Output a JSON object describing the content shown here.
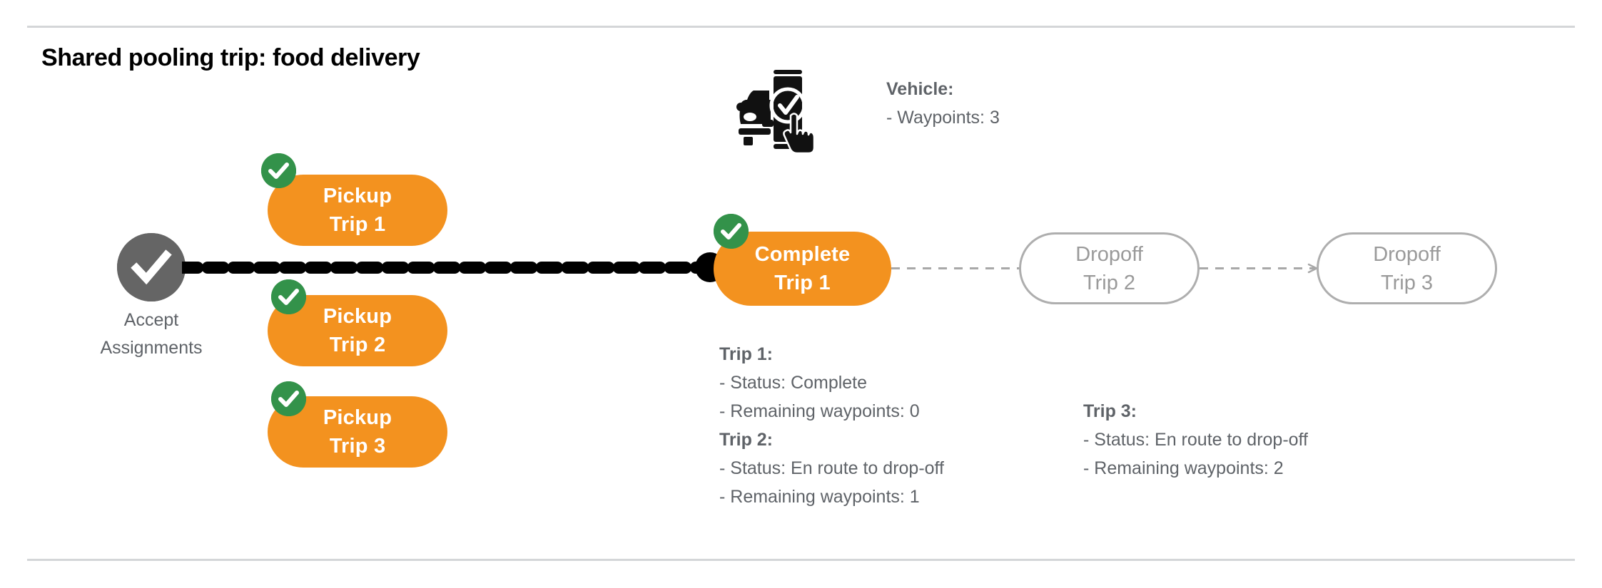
{
  "page": {
    "title": "Shared pooling trip: food delivery",
    "background": "#ffffff"
  },
  "colors": {
    "orange": "#f3921f",
    "green": "#33924a",
    "gray_node": "#656565",
    "gray_text": "#5f6368",
    "gray_outline": "#aeaeae",
    "divider": "#d4d6d8",
    "black": "#000000"
  },
  "flow": {
    "start_node": {
      "icon": "check-circle-icon",
      "label_line1": "Accept",
      "label_line2": "Assignments"
    },
    "pickup_nodes": [
      {
        "line1": "Pickup",
        "line2": "Trip 1",
        "state": "done",
        "badge": "check-badge-icon"
      },
      {
        "line1": "Pickup",
        "line2": "Trip 2",
        "state": "done",
        "badge": "check-badge-icon"
      },
      {
        "line1": "Pickup",
        "line2": "Trip 3",
        "state": "done",
        "badge": "check-badge-icon"
      }
    ],
    "complete_node": {
      "line1": "Complete",
      "line2": "Trip 1",
      "state": "done",
      "badge": "check-badge-icon"
    },
    "dropoff_nodes": [
      {
        "line1": "Dropoff",
        "line2": "Trip 2",
        "state": "pending"
      },
      {
        "line1": "Dropoff",
        "line2": "Trip 3",
        "state": "pending"
      }
    ]
  },
  "vehicle": {
    "icon": "car-phone-check-icon",
    "heading": "Vehicle:",
    "detail": "- Waypoints: 3"
  },
  "trip_details": {
    "trip1": {
      "heading": "Trip 1:",
      "status": "- Status:  Complete",
      "waypoints": "- Remaining waypoints: 0"
    },
    "trip2": {
      "heading": "Trip 2:",
      "status": "- Status:  En route to drop-off",
      "waypoints": "- Remaining waypoints: 1"
    },
    "trip3": {
      "heading": "Trip 3:",
      "status": "- Status:  En route to drop-off",
      "waypoints": "- Remaining waypoints: 2"
    }
  }
}
